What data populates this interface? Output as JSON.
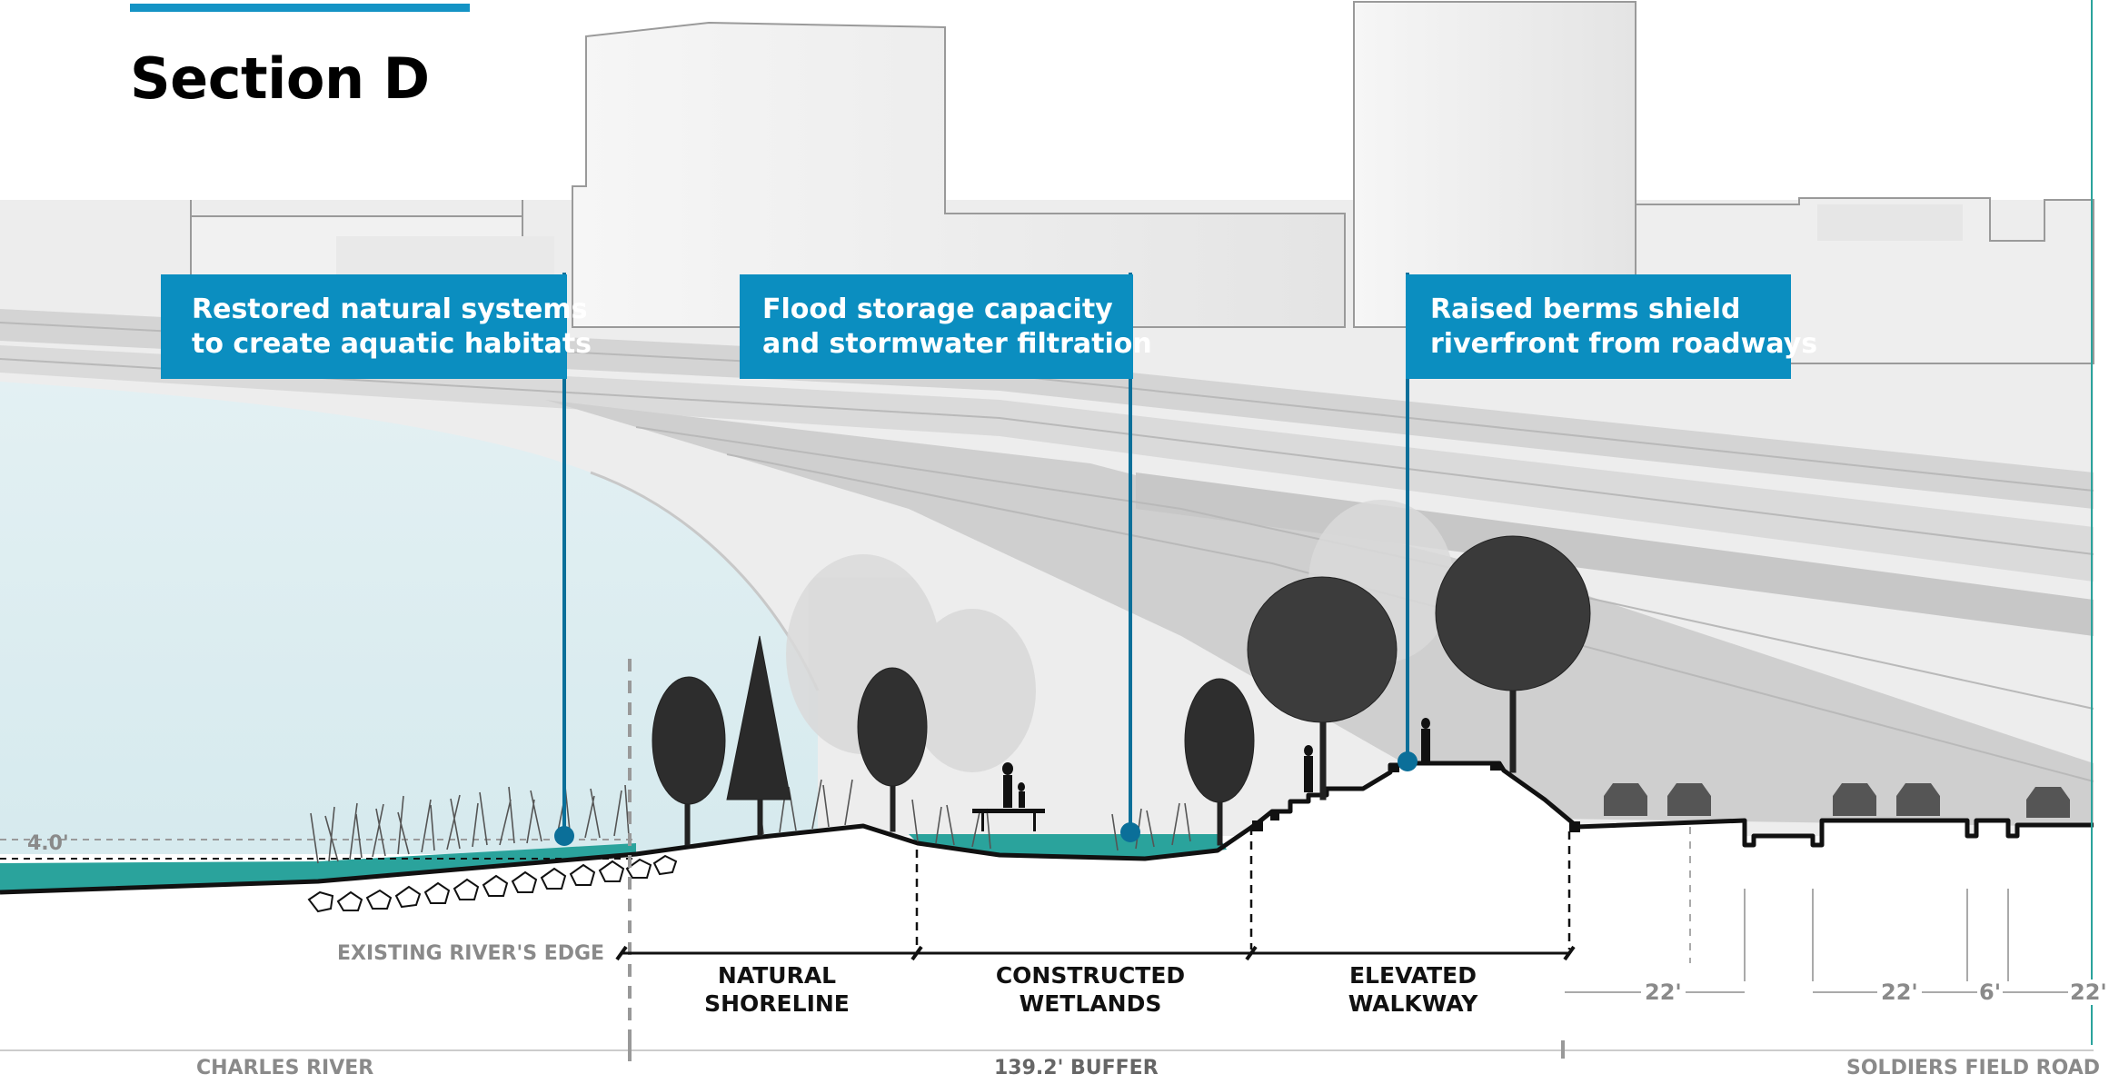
{
  "title": "Section D",
  "callouts": [
    {
      "line1": "Restored natural systems",
      "line2": "to create aquatic habitats"
    },
    {
      "line1": "Flood storage capacity",
      "line2": "and stormwater filtration"
    },
    {
      "line1": "Raised berms shield",
      "line2": "riverfront from roadways"
    }
  ],
  "water_level": "4.0'",
  "existing_edge": "EXISTING RIVER'S EDGE",
  "zones": [
    {
      "line1": "NATURAL",
      "line2": "SHORELINE"
    },
    {
      "line1": "CONSTRUCTED",
      "line2": "WETLANDS"
    },
    {
      "line1": "ELEVATED",
      "line2": "WALKWAY"
    }
  ],
  "lane_dims": [
    "22'",
    "22'",
    "6'",
    "22'"
  ],
  "bottom": {
    "left": "CHARLES RIVER",
    "center": "139.2' BUFFER",
    "right": "SOLDIERS FIELD ROAD"
  },
  "colors": {
    "accent": "#0b8ec0",
    "water": "#2aa39c",
    "river": "#dbeef2"
  }
}
